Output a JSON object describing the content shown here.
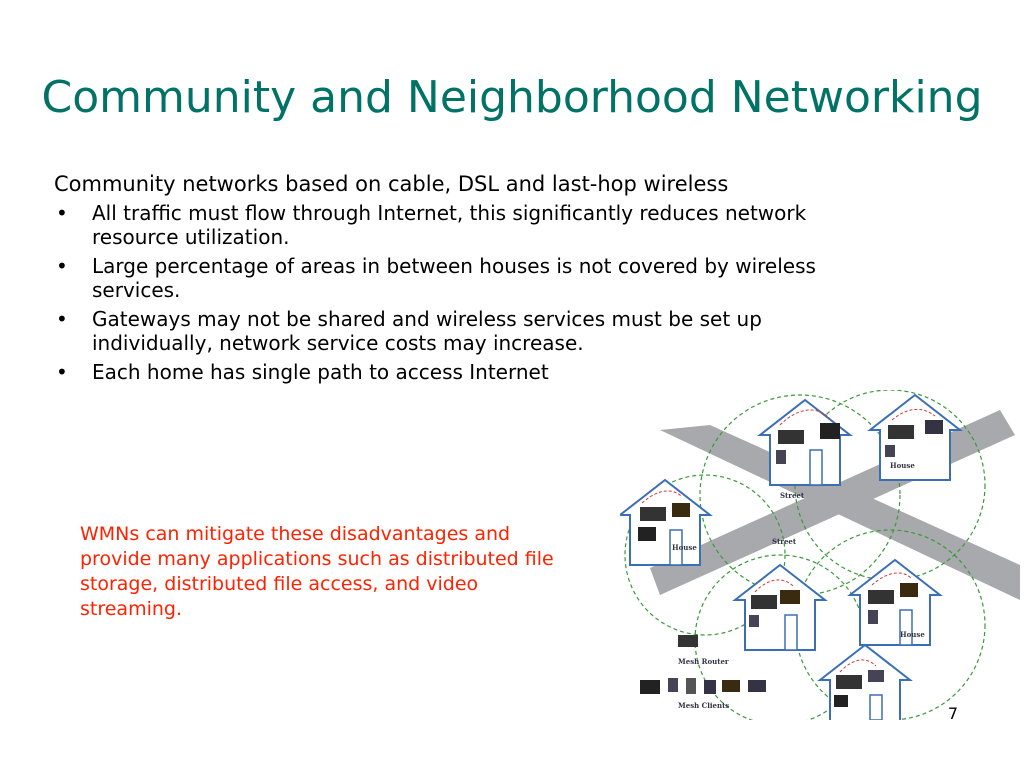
{
  "slide": {
    "title": "Community and Neighborhood Networking",
    "page_number": "7"
  },
  "body": {
    "lead": "Community networks based on cable, DSL and last-hop wireless",
    "bullet_char": "•",
    "bullets": [
      "All traffic must flow through Internet, this significantly reduces network resource utilization.",
      "Large percentage of areas in between houses is not covered by wireless services.",
      "Gateways may not be shared and wireless services must be set up individually, network service costs may increase.",
      "Each home has single path to access Internet"
    ]
  },
  "callout": {
    "text": "WMNs can mitigate these disadvantages and provide many applications such as distributed file storage, distributed file access, and video streaming.",
    "color": "#ff2200"
  },
  "figure": {
    "labels": {
      "street_1": "Street",
      "street_2": "Street",
      "house_left": "House",
      "house_top_right": "House",
      "house_right": "House",
      "legend_router": "Mesh Router",
      "legend_clients": "Mesh Clients"
    },
    "colors": {
      "title": "#007266",
      "street": "#a7a9ad",
      "coverage": "#3a9a3a",
      "link": "#d23b3b",
      "house_outline": "#3b6fb5"
    }
  }
}
